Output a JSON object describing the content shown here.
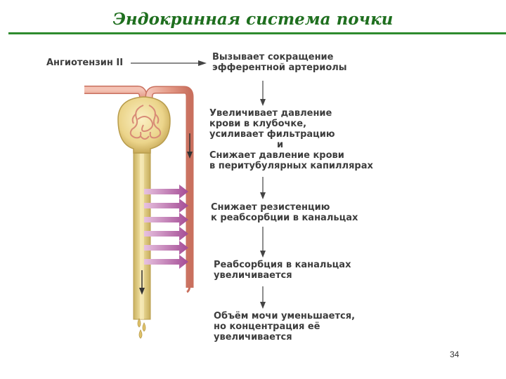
{
  "title": "Эндокринная система почки",
  "labels": {
    "angiotensin": "Ангиотензин II"
  },
  "steps": [
    {
      "lines": [
        "Вызывает сокращение",
        "эфферентной артериолы"
      ]
    },
    {
      "lines": [
        "Увеличивает давление",
        "крови в клубочке,",
        "усиливает фильтрацию",
        "и",
        "Снижает давление крови",
        "в перитубулярных капиллярах"
      ]
    },
    {
      "lines": [
        "Снижает резистенцию",
        "к реабсорбции в канальцах"
      ]
    },
    {
      "lines": [
        "Реабсорбция в канальцах",
        "увеличивается"
      ]
    },
    {
      "lines": [
        "Объём мочи уменьшается,",
        "но концентрация её",
        "увеличивается"
      ]
    }
  ],
  "page_number": "34",
  "colors": {
    "title": "#1f6f1f",
    "rule": "#2e8b2e",
    "vessel": "#e8a08f",
    "tubule": "#e3cd7c",
    "arrow_purple": "#b860a8",
    "text": "#3d3d3d"
  }
}
